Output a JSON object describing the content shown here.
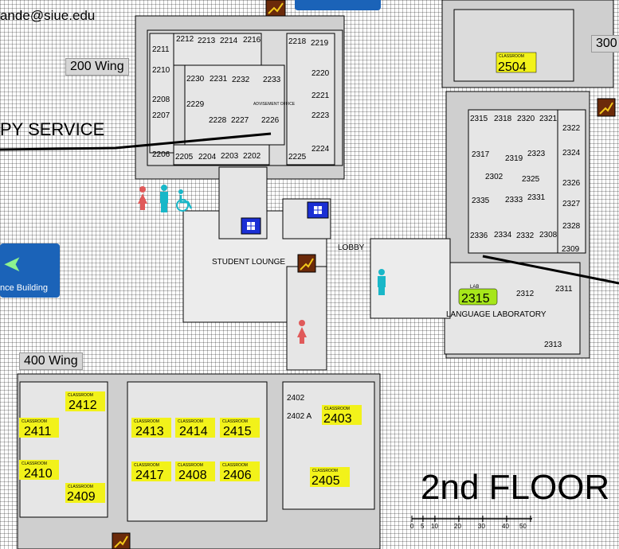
{
  "header": {
    "email": "ande@siue.edu",
    "service_label": "PY SERVICE",
    "floor_title": "2nd FLOOR"
  },
  "wings": {
    "w200": "200 Wing",
    "w300": "300",
    "w400": "400 Wing"
  },
  "nav": {
    "building_link": "nce Building"
  },
  "areas": {
    "student_lounge": "STUDENT LOUNGE",
    "lobby": "LOBBY",
    "language_lab": "LANGUAGE LABORATORY",
    "advisement": "ADVISEMENT OFFICE",
    "classroom_tag": "CLASSROOM",
    "lab_tag": "LAB"
  },
  "rooms_200": [
    "2212",
    "2213",
    "2214",
    "2216",
    "2218",
    "2219",
    "2211",
    "2210",
    "2230",
    "2231",
    "2232",
    "2233",
    "2220",
    "2208",
    "2229",
    "2221",
    "2207",
    "2228",
    "2227",
    "2226",
    "2223",
    "2206",
    "2205",
    "2204",
    "2203",
    "2202",
    "2225",
    "2224"
  ],
  "rooms_300": [
    "2315",
    "2318",
    "2320",
    "2321",
    "2322",
    "2317",
    "2319",
    "2323",
    "2324",
    "2302",
    "2325",
    "2326",
    "2335",
    "2333",
    "2331",
    "2327",
    "2336",
    "2334",
    "2332",
    "2308",
    "2328",
    "2309",
    "2312",
    "2311",
    "2313"
  ],
  "rooms_400": [
    "2402",
    "2402 A"
  ],
  "classrooms": [
    "2504",
    "2315",
    "2412",
    "2411",
    "2413",
    "2414",
    "2415",
    "2403",
    "2410",
    "2417",
    "2408",
    "2406",
    "2405",
    "2409"
  ],
  "scale": {
    "ticks": [
      "0",
      "5",
      "10",
      "20",
      "30",
      "40",
      "50"
    ]
  },
  "colors": {
    "classroom": "#f2f21a",
    "lab": "#a6e61a",
    "wing_label_bg": "#d6d6d6",
    "nav_button": "#1b63b8",
    "elevator": "#1b2fd4",
    "stairs": "#6b2a0a",
    "restroom_women": "#e05a5a",
    "restroom_men": "#19b7c8"
  },
  "icons": [
    "stairs-icon",
    "elevator-icon",
    "restroom-women-icon",
    "restroom-men-icon",
    "wheelchair-icon",
    "left-arrow-icon"
  ]
}
